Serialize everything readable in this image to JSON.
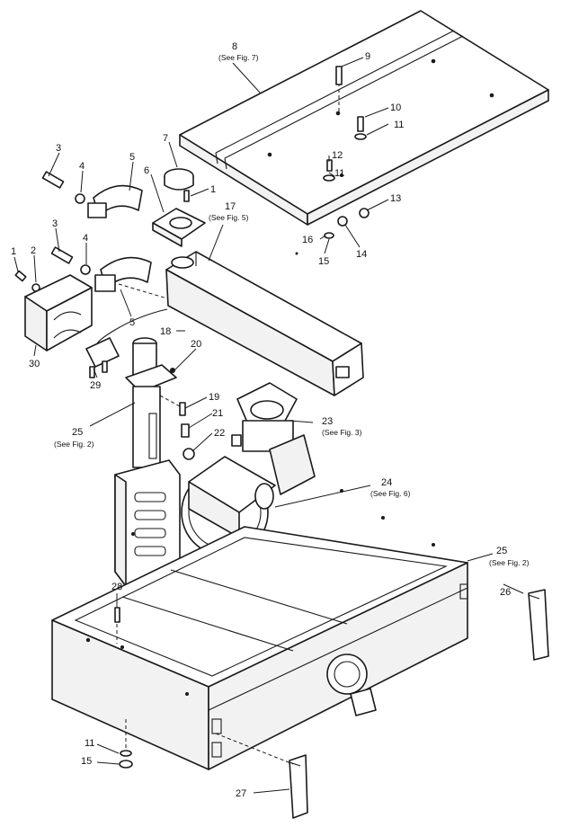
{
  "diagram": {
    "callouts": [
      {
        "id": "c8",
        "label": "8",
        "note": "(See Fig. 7)"
      },
      {
        "id": "c9",
        "label": "9"
      },
      {
        "id": "c10",
        "label": "10"
      },
      {
        "id": "c11a",
        "label": "11"
      },
      {
        "id": "c12",
        "label": "12"
      },
      {
        "id": "c11b",
        "label": "11"
      },
      {
        "id": "c13",
        "label": "13"
      },
      {
        "id": "c16",
        "label": "16"
      },
      {
        "id": "c14",
        "label": "14"
      },
      {
        "id": "c15a",
        "label": "15"
      },
      {
        "id": "c7",
        "label": "7"
      },
      {
        "id": "c1a",
        "label": "1"
      },
      {
        "id": "c6",
        "label": "6"
      },
      {
        "id": "c17",
        "label": "17",
        "note": "(See Fig. 5)"
      },
      {
        "id": "c3a",
        "label": "3"
      },
      {
        "id": "c4a",
        "label": "4"
      },
      {
        "id": "c5a",
        "label": "5"
      },
      {
        "id": "c3b",
        "label": "3"
      },
      {
        "id": "c4b",
        "label": "4"
      },
      {
        "id": "c1b",
        "label": "1"
      },
      {
        "id": "c2",
        "label": "2"
      },
      {
        "id": "c5b",
        "label": "5"
      },
      {
        "id": "c30",
        "label": "30"
      },
      {
        "id": "c18",
        "label": "18"
      },
      {
        "id": "c20",
        "label": "20"
      },
      {
        "id": "c29",
        "label": "29"
      },
      {
        "id": "c19",
        "label": "19"
      },
      {
        "id": "c21",
        "label": "21"
      },
      {
        "id": "c22",
        "label": "22"
      },
      {
        "id": "c25a",
        "label": "25",
        "note": "(See Fig. 2)"
      },
      {
        "id": "c23",
        "label": "23",
        "note": "(See Fig. 3)"
      },
      {
        "id": "c24",
        "label": "24",
        "note": "(See Fig. 6)"
      },
      {
        "id": "c25b",
        "label": "25",
        "note": "(See Fig. 2)"
      },
      {
        "id": "c26",
        "label": "26"
      },
      {
        "id": "c28",
        "label": "28"
      },
      {
        "id": "c11c",
        "label": "11"
      },
      {
        "id": "c15b",
        "label": "15"
      },
      {
        "id": "c27",
        "label": "27"
      }
    ]
  }
}
